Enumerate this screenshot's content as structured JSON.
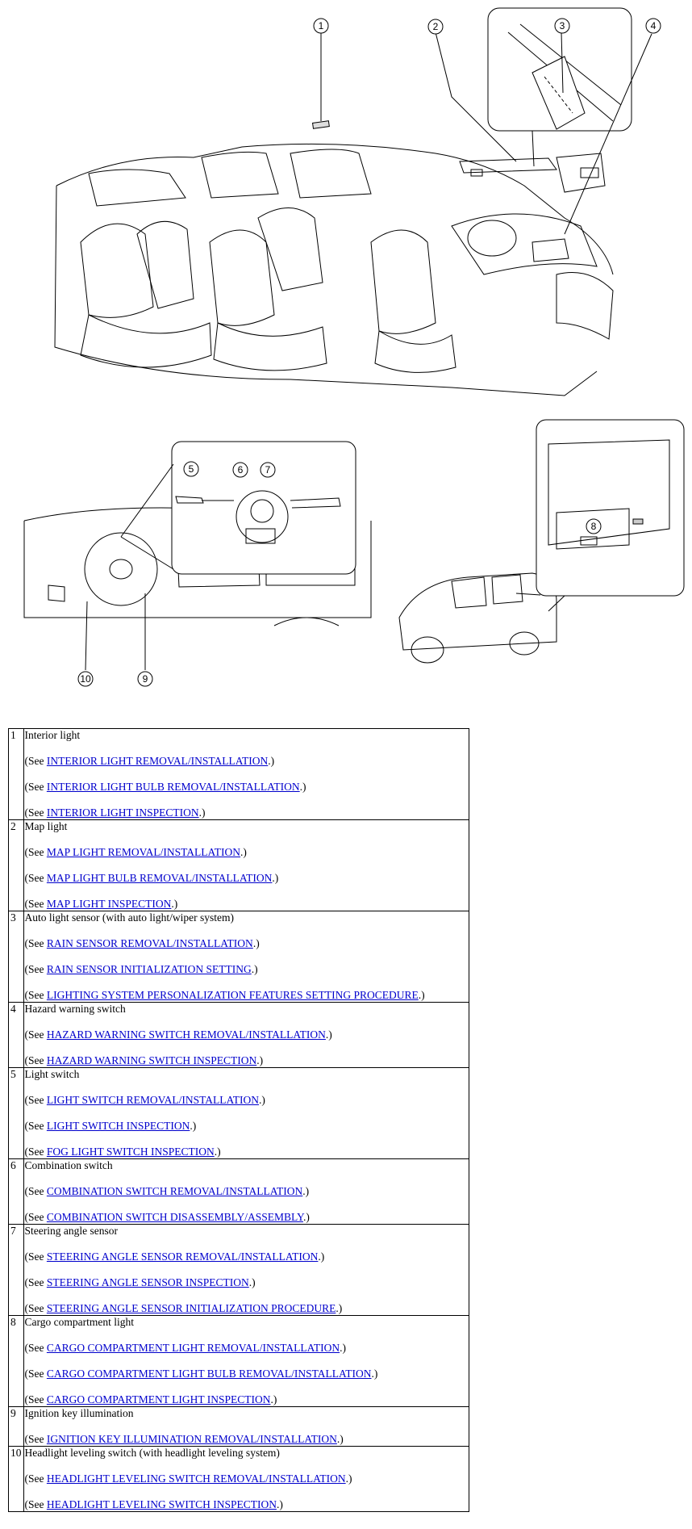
{
  "callouts": [
    "1",
    "2",
    "3",
    "4",
    "5",
    "6",
    "7",
    "8",
    "9",
    "10"
  ],
  "components": [
    {
      "num": "1",
      "name": "Interior light",
      "refs": [
        "INTERIOR LIGHT REMOVAL/INSTALLATION",
        "INTERIOR LIGHT BULB REMOVAL/INSTALLATION",
        "INTERIOR LIGHT INSPECTION"
      ]
    },
    {
      "num": "2",
      "name": "Map light",
      "refs": [
        "MAP LIGHT REMOVAL/INSTALLATION",
        "MAP LIGHT BULB REMOVAL/INSTALLATION",
        "MAP LIGHT INSPECTION"
      ]
    },
    {
      "num": "3",
      "name": "Auto light sensor (with auto light/wiper system)",
      "refs": [
        "RAIN SENSOR REMOVAL/INSTALLATION",
        "RAIN SENSOR INITIALIZATION SETTING",
        "LIGHTING SYSTEM PERSONALIZATION FEATURES SETTING PROCEDURE"
      ]
    },
    {
      "num": "4",
      "name": "Hazard warning switch",
      "refs": [
        "HAZARD WARNING SWITCH REMOVAL/INSTALLATION",
        "HAZARD WARNING SWITCH INSPECTION"
      ]
    },
    {
      "num": "5",
      "name": "Light switch",
      "refs": [
        "LIGHT SWITCH REMOVAL/INSTALLATION",
        "LIGHT SWITCH INSPECTION",
        "FOG LIGHT SWITCH INSPECTION"
      ]
    },
    {
      "num": "6",
      "name": "Combination switch",
      "refs": [
        "COMBINATION SWITCH REMOVAL/INSTALLATION",
        "COMBINATION SWITCH DISASSEMBLY/ASSEMBLY"
      ]
    },
    {
      "num": "7",
      "name": "Steering angle sensor",
      "refs": [
        "STEERING ANGLE SENSOR REMOVAL/INSTALLATION",
        "STEERING ANGLE SENSOR INSPECTION",
        "STEERING ANGLE SENSOR INITIALIZATION PROCEDURE"
      ]
    },
    {
      "num": "8",
      "name": "Cargo compartment light",
      "refs": [
        "CARGO COMPARTMENT LIGHT REMOVAL/INSTALLATION",
        "CARGO COMPARTMENT LIGHT BULB REMOVAL/INSTALLATION",
        "CARGO COMPARTMENT LIGHT INSPECTION"
      ]
    },
    {
      "num": "9",
      "name": "Ignition key illumination",
      "refs": [
        "IGNITION KEY ILLUMINATION REMOVAL/INSTALLATION"
      ]
    },
    {
      "num": "10",
      "name": "Headlight leveling switch (with headlight leveling system)",
      "refs": [
        "HEADLIGHT LEVELING SWITCH REMOVAL/INSTALLATION",
        "HEADLIGHT LEVELING SWITCH INSPECTION"
      ]
    }
  ],
  "ref_prefix": "(See ",
  "ref_suffix": ".)",
  "link_color": "#0000cc"
}
